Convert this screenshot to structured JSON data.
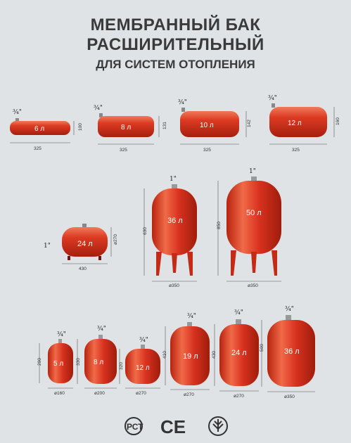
{
  "title": {
    "line1": "МЕМБРАННЫЙ БАК",
    "line2": "РАСШИРИТЕЛЬНЫЙ",
    "line3": "ДЛЯ СИСТЕМ ОТОПЛЕНИЯ"
  },
  "row1": [
    {
      "label": "6 л",
      "width": "325",
      "height": "100",
      "fitting": "¾\""
    },
    {
      "label": "8 л",
      "width": "325",
      "height": "131",
      "fitting": "¾\""
    },
    {
      "label": "10 л",
      "width": "325",
      "height": "142",
      "fitting": "¾\""
    },
    {
      "label": "12 л",
      "width": "325",
      "height": "160",
      "fitting": "¾\""
    }
  ],
  "row2": {
    "horizontal": {
      "label": "24 л",
      "width": "430",
      "diameter": "ø270",
      "fitting": "1\""
    },
    "tall1": {
      "label": "36 л",
      "height": "630",
      "diameter": "ø350",
      "fitting": "1\""
    },
    "tall2": {
      "label": "50 л",
      "height": "850",
      "diameter": "ø350",
      "fitting": "1\""
    }
  },
  "row3": [
    {
      "label": "5 л",
      "height": "290",
      "diameter": "ø160",
      "fitting": "¾\""
    },
    {
      "label": "8 л",
      "height": "330",
      "diameter": "ø200",
      "fitting": "¾\""
    },
    {
      "label": "12 л",
      "height": "320",
      "diameter": "ø270",
      "fitting": "¾\""
    },
    {
      "label": "19 л",
      "height": "410",
      "diameter": "ø270",
      "fitting": "¾\""
    },
    {
      "label": "24 л",
      "height": "430",
      "diameter": "ø270",
      "fitting": "¾\""
    },
    {
      "label": "36 л",
      "height": "500",
      "diameter": "ø350",
      "fitting": "¾\""
    }
  ],
  "certification": {
    "rst": "РСТ",
    "ce": "CE"
  },
  "colors": {
    "tank": "#d8311f",
    "tank_dark": "#a8200f",
    "tank_light": "#ef6a4c",
    "background": "#dfe3e6"
  }
}
